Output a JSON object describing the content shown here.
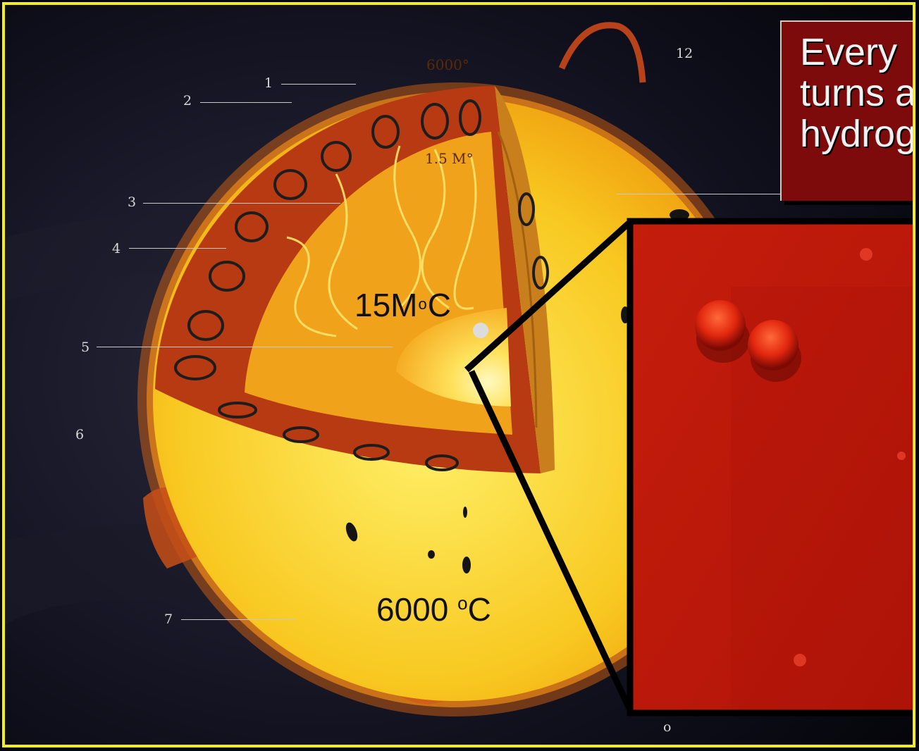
{
  "caption": {
    "lines": [
      "Every",
      "turns a",
      "hydrog"
    ]
  },
  "labels": {
    "core_temp": "15M",
    "core_temp_unit": "C",
    "core_temp_deg": "o",
    "surface_temp": "6000 ",
    "surface_temp_deg": "o",
    "surface_temp_unit": "C",
    "surface_mark": "6000°",
    "radiative_mark": "1.5 M°"
  },
  "callouts": [
    "1",
    "2",
    "3",
    "4",
    "5",
    "6",
    "7",
    "12",
    "o"
  ],
  "colors": {
    "frame": "#f2ee1e",
    "caption_bg": "#7d0b0b",
    "sun_surface": "#f8c820",
    "convection_shell": "#b73a12",
    "zoom_panel": "#c21a0a"
  }
}
